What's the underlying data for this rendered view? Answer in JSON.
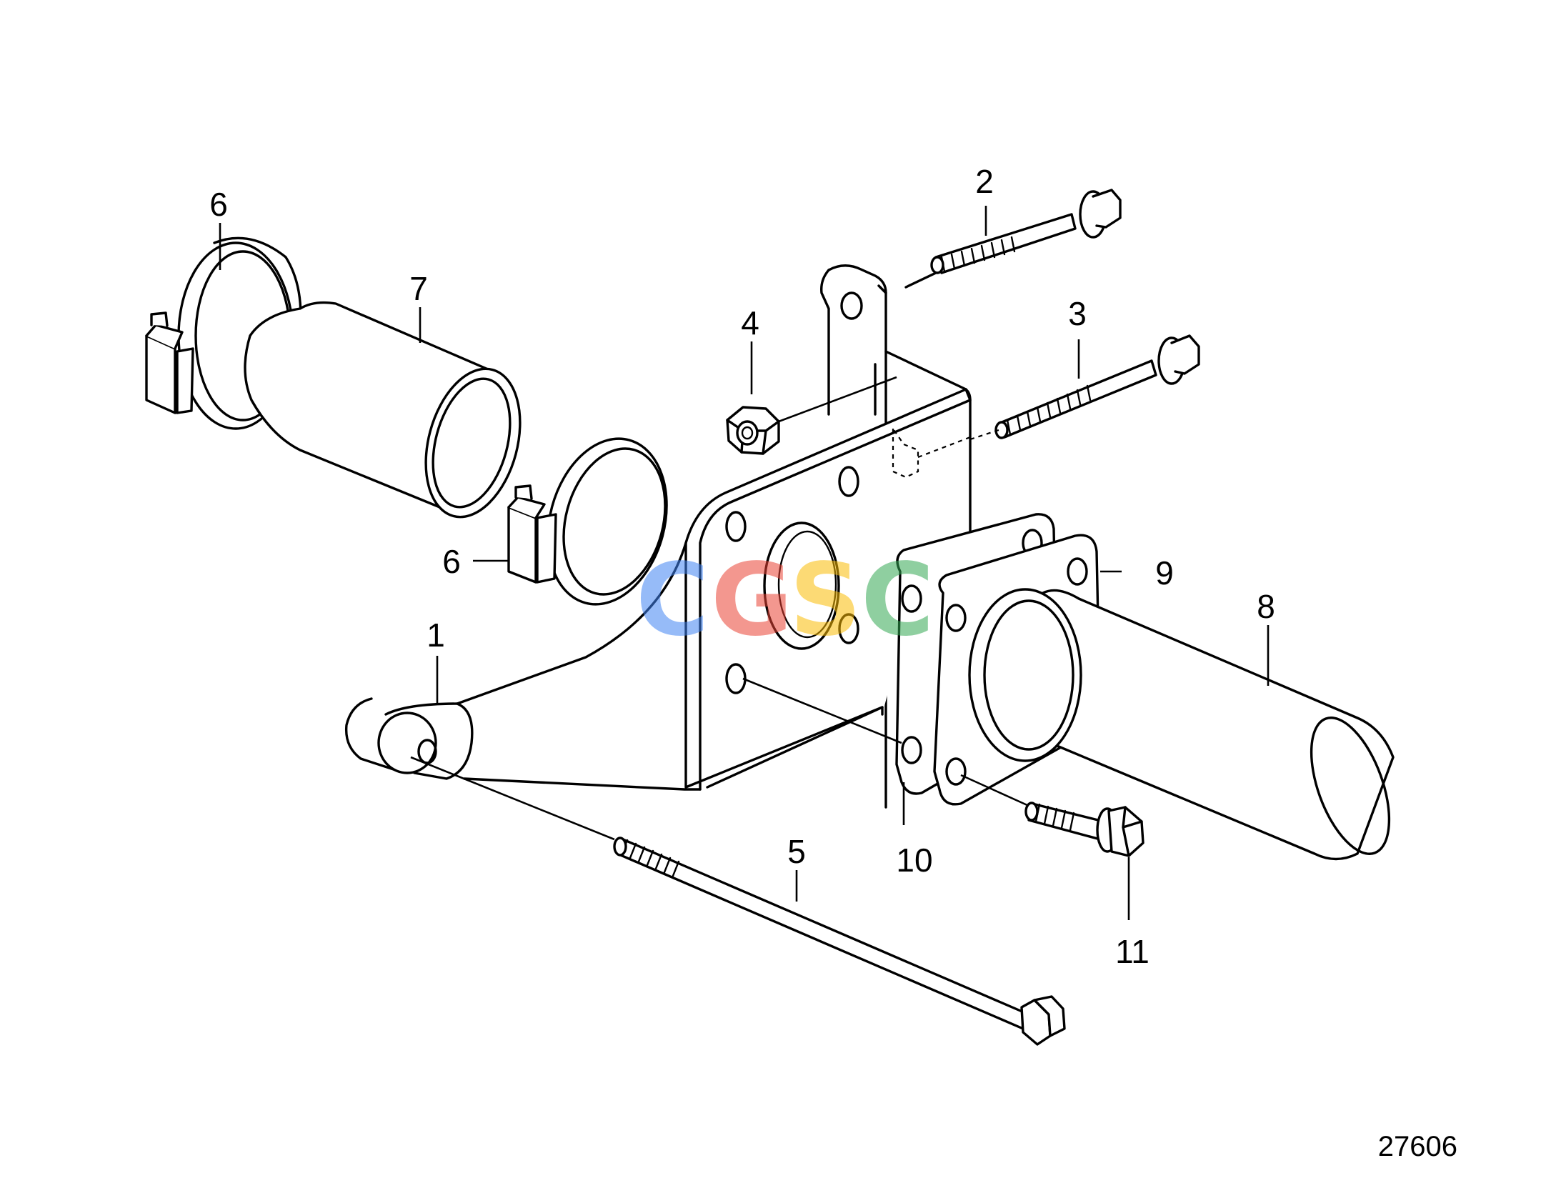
{
  "diagram": {
    "callouts": [
      {
        "id": "1",
        "label": "1"
      },
      {
        "id": "2",
        "label": "2"
      },
      {
        "id": "3",
        "label": "3"
      },
      {
        "id": "4",
        "label": "4"
      },
      {
        "id": "5",
        "label": "5"
      },
      {
        "id": "6a",
        "label": "6"
      },
      {
        "id": "6b",
        "label": "6"
      },
      {
        "id": "7",
        "label": "7"
      },
      {
        "id": "8",
        "label": "8"
      },
      {
        "id": "9",
        "label": "9"
      },
      {
        "id": "10",
        "label": "10"
      },
      {
        "id": "11",
        "label": "11"
      }
    ],
    "figure_number": "27606"
  },
  "watermark": {
    "letters": [
      "C",
      "G",
      "S",
      "C"
    ],
    "colors": [
      "#4285F4",
      "#EA4335",
      "#FBBC05",
      "#34A853"
    ]
  }
}
